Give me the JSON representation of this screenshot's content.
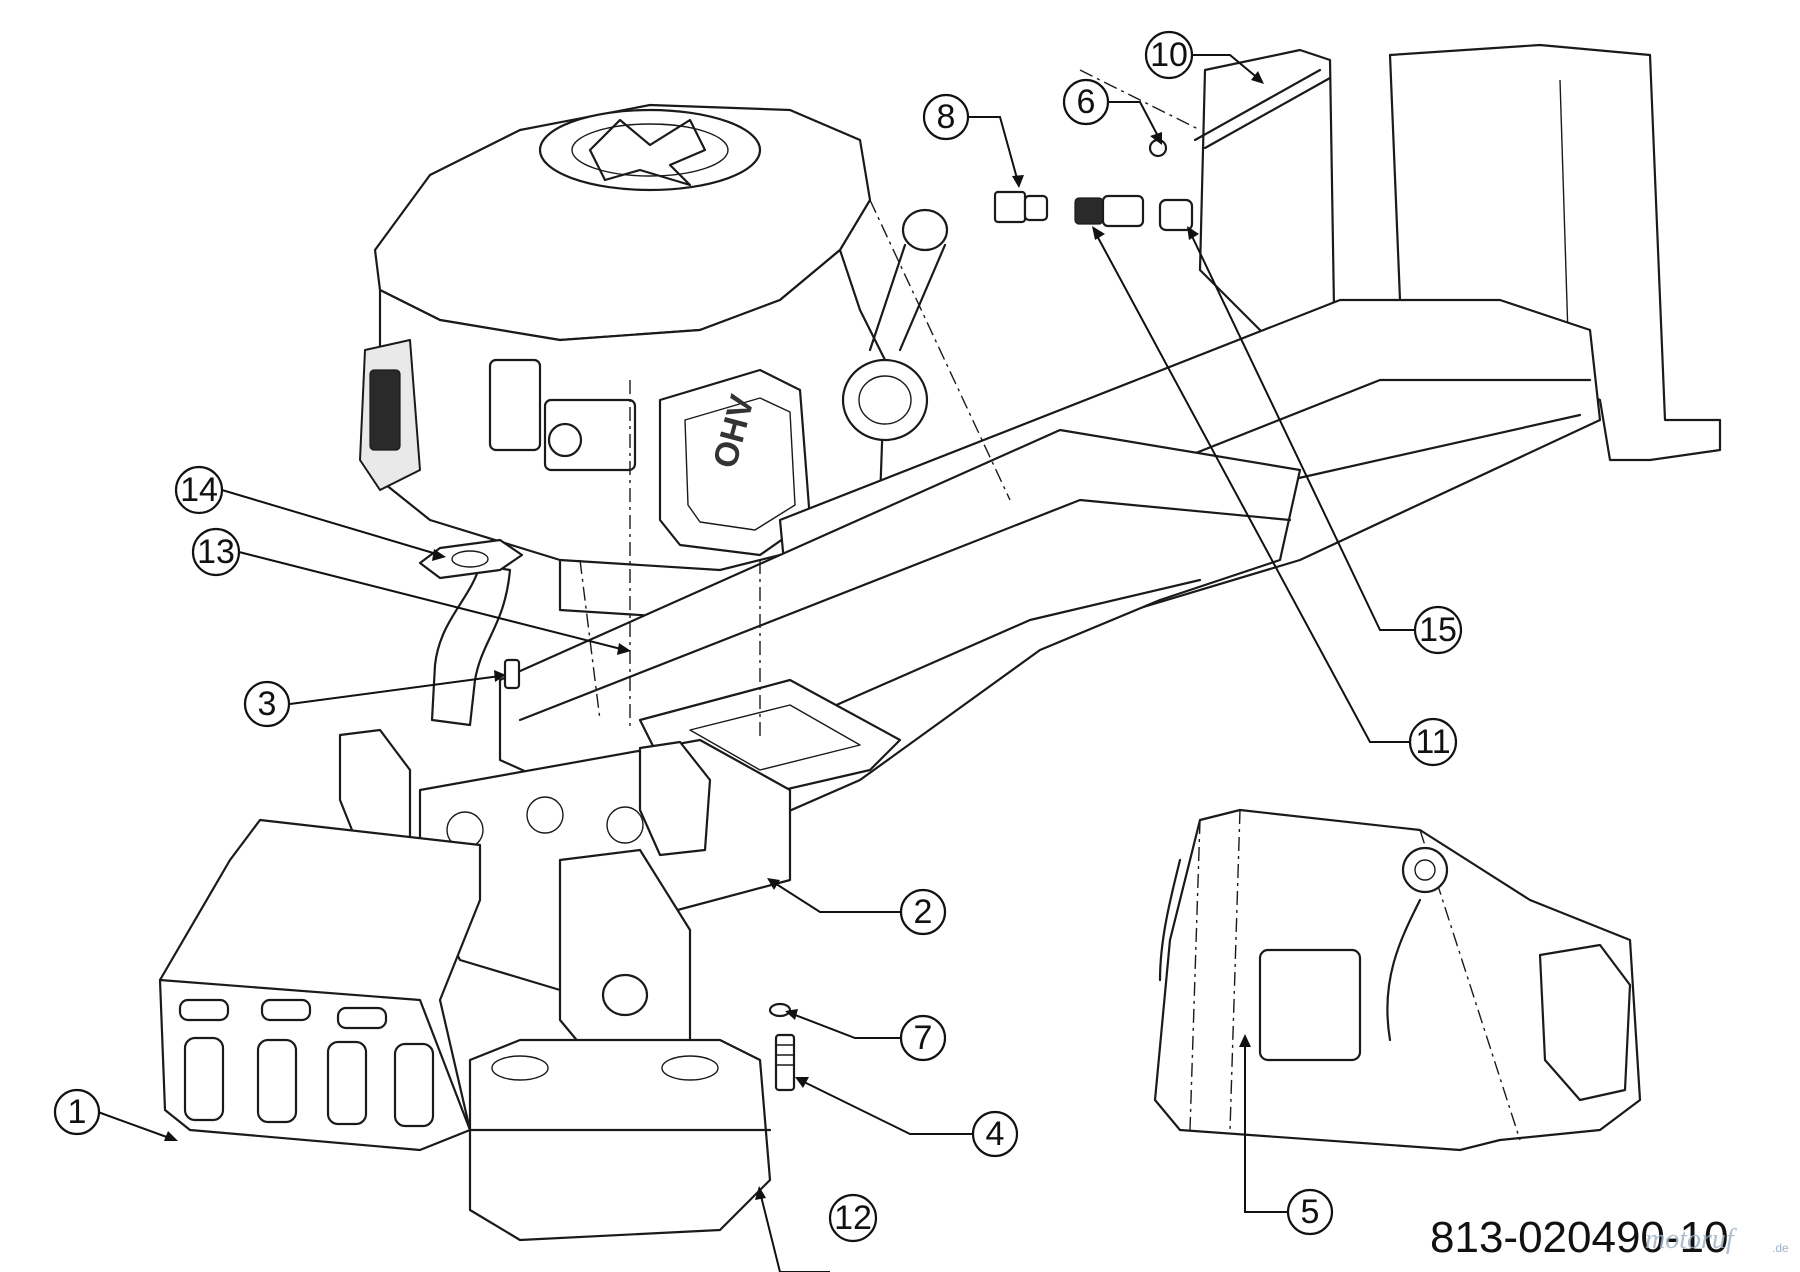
{
  "callouts": [
    {
      "label": "1"
    },
    {
      "label": "2"
    },
    {
      "label": "3"
    },
    {
      "label": "4"
    },
    {
      "label": "5"
    },
    {
      "label": "6"
    },
    {
      "label": "7"
    },
    {
      "label": "8"
    },
    {
      "label": "10"
    },
    {
      "label": "11"
    },
    {
      "label": "12"
    },
    {
      "label": "13"
    },
    {
      "label": "14"
    },
    {
      "label": "15"
    }
  ],
  "drawing_number": "813-020490-10",
  "watermark": {
    "brand": "motoruf",
    "suffix": ".de"
  }
}
